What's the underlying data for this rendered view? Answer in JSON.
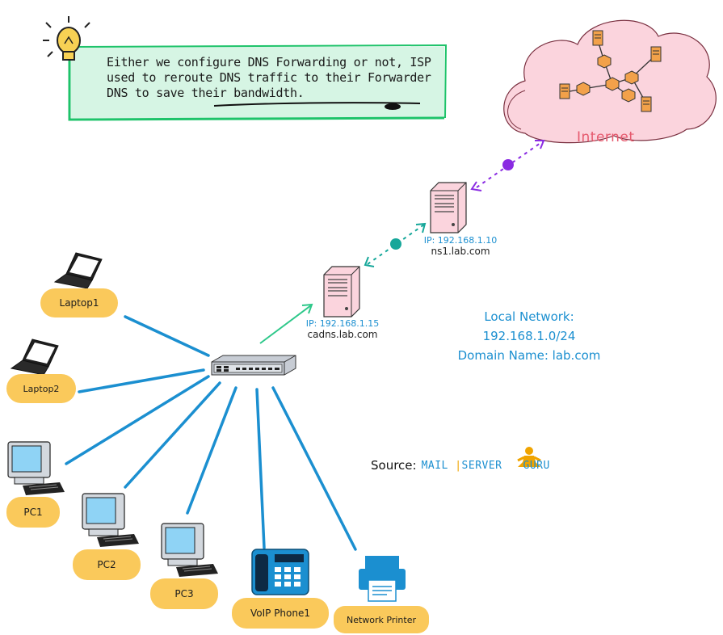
{
  "note": {
    "line1": "Either we configure DNS Forwarding or not, ISP",
    "line2": "used to reroute DNS traffic to their Forwarder",
    "line3": "DNS to save their bandwidth."
  },
  "internet": {
    "label": "Internet"
  },
  "ns1": {
    "ip": "IP: 192.168.1.10",
    "hostname": "ns1.lab.com"
  },
  "cadns": {
    "ip": "IP: 192.168.1.15",
    "hostname": "cadns.lab.com"
  },
  "network_info": {
    "local_network": "Local Network: 192.168.1.0/24",
    "domain_name": "Domain Name: lab.com"
  },
  "devices": {
    "laptop1": "Laptop1",
    "laptop2": "Laptop2",
    "pc1": "PC1",
    "pc2": "PC2",
    "pc3": "PC3",
    "voip": "VoIP Phone1",
    "printer": "Network Printer"
  },
  "source": {
    "label": "Source:",
    "brand_part1": "MAIL",
    "brand_sep": "|",
    "brand_part2": "SERVER",
    "brand_part3": "GURU"
  },
  "colors": {
    "link_blue": "#1b8fd0",
    "pill_yellow": "#fac95b",
    "note_bg": "#d6f5e4",
    "note_border": "#1ec36a",
    "cloud_pink": "#fbd4dd",
    "arrow_purple": "#8a2be2",
    "arrow_teal": "#16a79a",
    "arrow_green": "#2ec88a"
  }
}
